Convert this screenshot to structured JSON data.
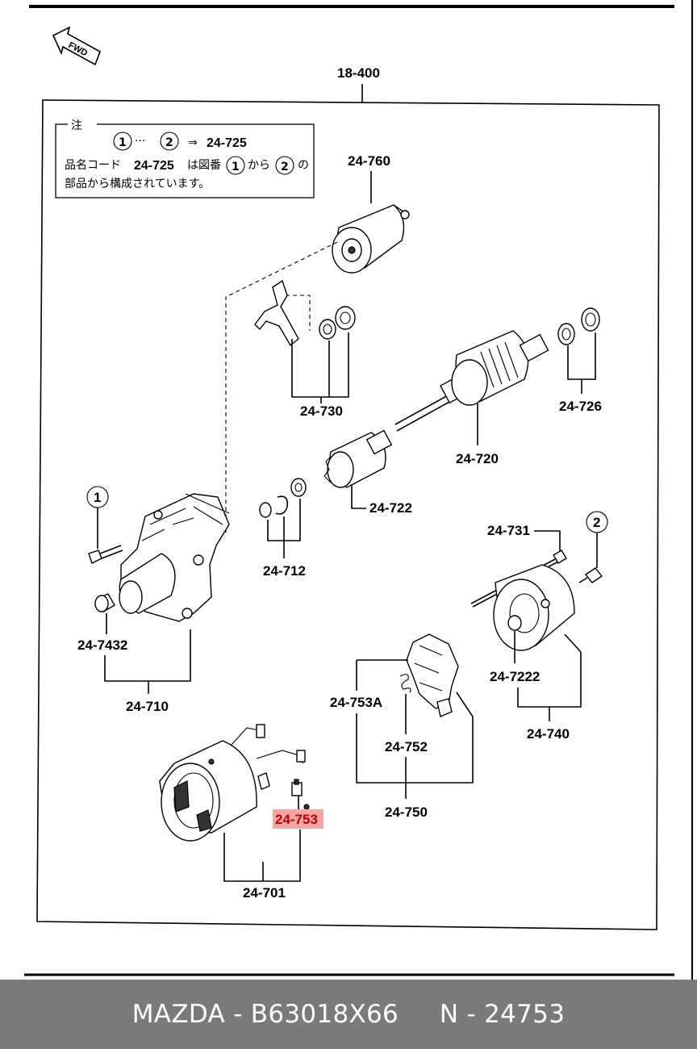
{
  "diagram": {
    "assembly_label": "18-400",
    "direction_label": "FWD",
    "note": {
      "title": "注",
      "line1_circle1": "1",
      "line1_dots": "···",
      "line1_circle2": "2",
      "line1_arrow": "⇒",
      "line1_code": "24-725",
      "line2_prefix": "品名コード",
      "line2_code": "24-725",
      "line2_mid": "は図番",
      "line2_circle1": "1",
      "line2_from": "から",
      "line2_circle2": "2",
      "line2_suffix": "の",
      "line3": "部品から構成されています。"
    },
    "part_labels": {
      "p24760": "24-760",
      "p24730": "24-730",
      "p24726": "24-726",
      "p24720": "24-720",
      "p24722": "24-722",
      "p24712": "24-712",
      "p24731": "24-731",
      "p24740": "24-740",
      "p247222": "24-7222",
      "p247432": "24-7432",
      "p24710": "24-710",
      "p24753A": "24-753A",
      "p24752": "24-752",
      "p24750": "24-750",
      "p24753": "24-753",
      "p24701": "24-701"
    },
    "callouts": {
      "c1": "1",
      "c2": "2"
    },
    "highlighted_part": "24-753",
    "highlight_color": "#f4a6a6"
  },
  "footer": {
    "text": "MAZDA - B63018X66     N - 24753",
    "background": "#7a7a7a"
  }
}
